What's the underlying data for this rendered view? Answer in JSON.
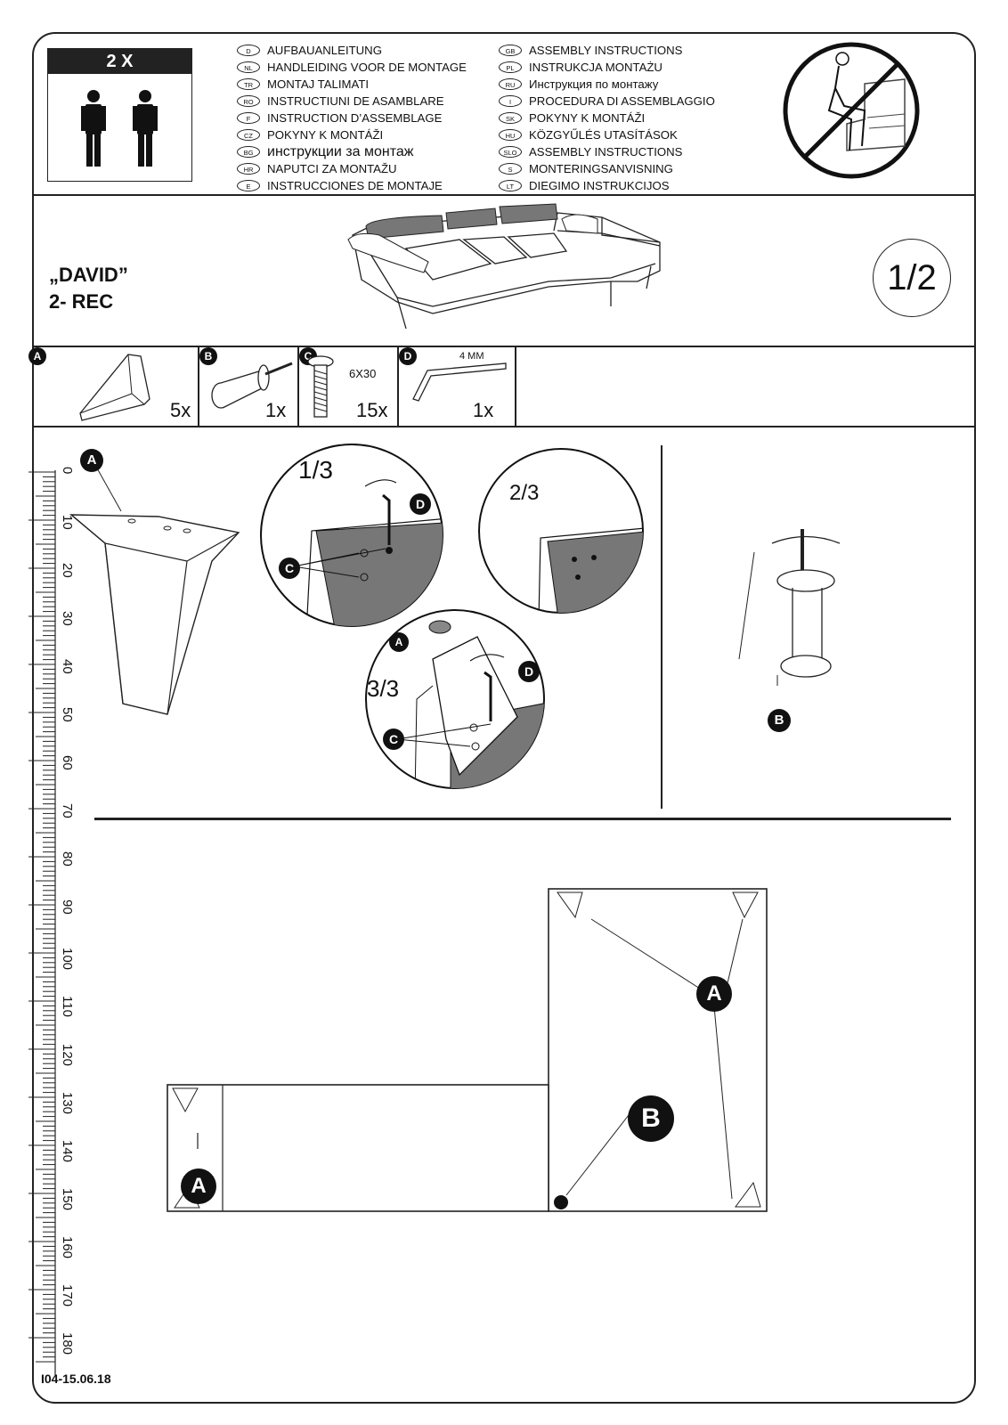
{
  "header": {
    "people_count": "2 X",
    "languages_left": [
      {
        "code": "D",
        "text": "AUFBAUANLEITUNG"
      },
      {
        "code": "NL",
        "text": "HANDLEIDING VOOR DE MONTAGE"
      },
      {
        "code": "TR",
        "text": "MONTAJ TALIMATI"
      },
      {
        "code": "RO",
        "text": "INSTRUCTIUNI DE ASAMBLARE"
      },
      {
        "code": "F",
        "text": "INSTRUCTION D’ASSEMBLAGE"
      },
      {
        "code": "CZ",
        "text": "POKYNY K MONTÁŽI"
      },
      {
        "code": "BG",
        "text": "инструкции за монтаж"
      },
      {
        "code": "HR",
        "text": "NAPUTCI ZA MONTAŽU"
      },
      {
        "code": "E",
        "text": "INSTRUCCIONES DE MONTAJE"
      }
    ],
    "languages_right": [
      {
        "code": "GB",
        "text": "ASSEMBLY INSTRUCTIONS"
      },
      {
        "code": "PL",
        "text": "INSTRUKCJA MONTAŻU"
      },
      {
        "code": "RU",
        "text": "Инструкция по монтажу"
      },
      {
        "code": "I",
        "text": "PROCEDURA DI ASSEMBLAGGIO"
      },
      {
        "code": "SK",
        "text": "POKYNY K MONTÁŽI"
      },
      {
        "code": "HU",
        "text": "KÖZGYŰLÉS UTASÍTÁSOK"
      },
      {
        "code": "SLO",
        "text": "ASSEMBLY INSTRUCTIONS"
      },
      {
        "code": "S",
        "text": "MONTERINGSANVISNING"
      },
      {
        "code": "LT",
        "text": "DIEGIMO INSTRUKCIJOS"
      }
    ]
  },
  "product": {
    "name": "„DAVID”",
    "variant": "2- REC",
    "page": "1/2"
  },
  "parts": [
    {
      "letter": "A",
      "qty": "5x",
      "spec": ""
    },
    {
      "letter": "B",
      "qty": "1x",
      "spec": ""
    },
    {
      "letter": "C",
      "qty": "15x",
      "spec": "6X30"
    },
    {
      "letter": "D",
      "qty": "1x",
      "spec": "4 MM"
    }
  ],
  "ruler": [
    "0",
    "10",
    "20",
    "30",
    "40",
    "50",
    "60",
    "70",
    "80",
    "90",
    "100",
    "110",
    "120",
    "130",
    "140",
    "150",
    "160",
    "170",
    "180"
  ],
  "steps": {
    "s1": "1/3",
    "s2": "2/3",
    "s3": "3/3"
  },
  "labels": {
    "A": "A",
    "B": "B",
    "C": "C",
    "D": "D"
  },
  "footer": "I04-15.06.18"
}
